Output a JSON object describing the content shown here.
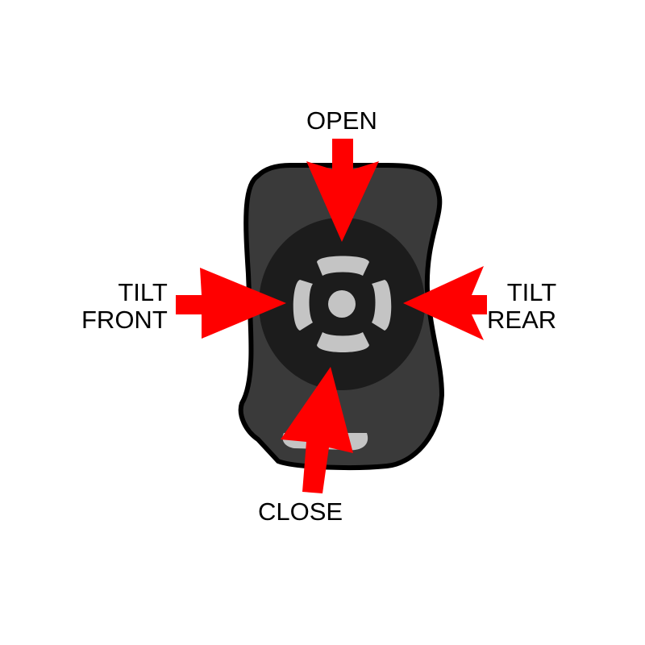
{
  "labels": {
    "open": "OPEN",
    "close": "CLOSE",
    "tilt_front": [
      "TILT",
      "FRONT"
    ],
    "tilt_rear": [
      "TILT",
      "REAR"
    ]
  },
  "colors": {
    "arrow": "#ff0000",
    "remote_body": "#3a3a3a",
    "remote_outline": "#000000",
    "button_pad": "#1c1c1c",
    "button_segment": "#c4c4c4",
    "background": "#ffffff"
  },
  "icons": {
    "remote": "remote-control-icon",
    "arrows": "red-arrow-icon"
  }
}
